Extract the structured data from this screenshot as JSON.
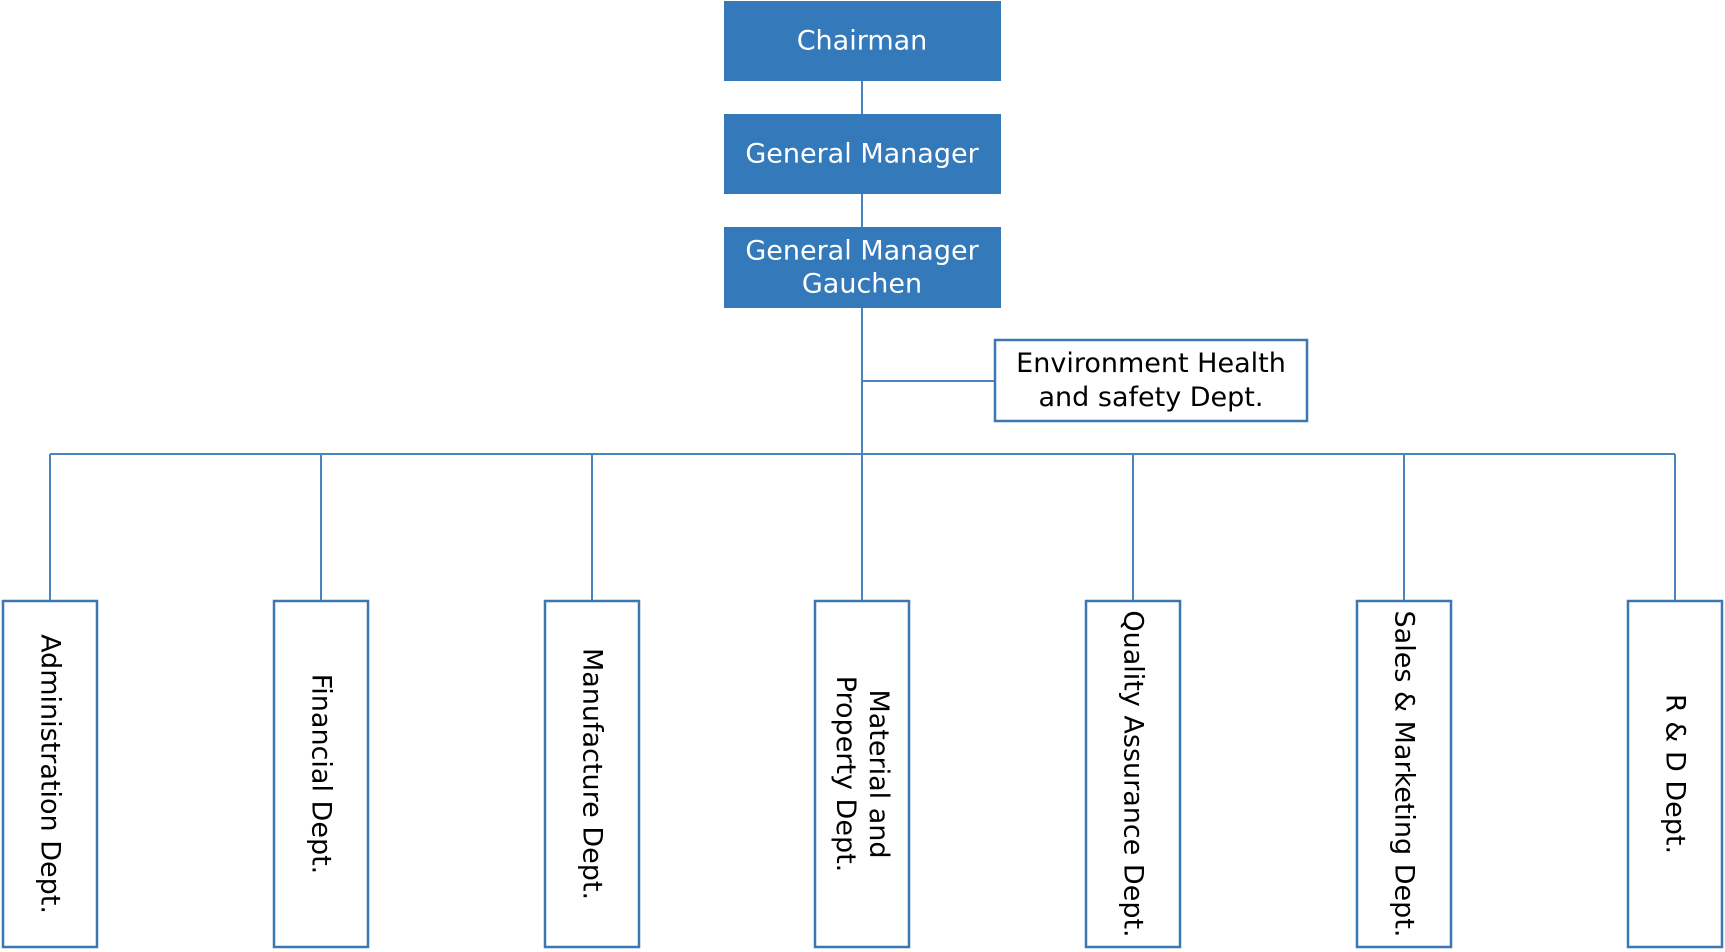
{
  "colors": {
    "accent": "#3479B9",
    "line": "#4A84BF",
    "box_border": "#3D77B1",
    "on_accent": "#ffffff",
    "text": "#000000",
    "background": "#ffffff"
  },
  "top_chain": [
    {
      "id": "chairman",
      "lines": [
        "Chairman"
      ]
    },
    {
      "id": "general-manager",
      "lines": [
        "General Manager"
      ]
    },
    {
      "id": "general-manager-gauchen",
      "lines": [
        "General Manager",
        "Gauchen"
      ]
    }
  ],
  "side_unit": {
    "id": "ehs-dept",
    "lines": [
      "Environment Health",
      "and safety Dept."
    ]
  },
  "departments": [
    {
      "id": "administration-dept",
      "lines": [
        "Administration Dept."
      ]
    },
    {
      "id": "financial-dept",
      "lines": [
        "Financial Dept."
      ]
    },
    {
      "id": "manufacture-dept",
      "lines": [
        "Manufacture Dept."
      ]
    },
    {
      "id": "material-property-dept",
      "lines": [
        "Material and",
        "Property Dept."
      ]
    },
    {
      "id": "quality-assurance-dept",
      "lines": [
        "Quality Assurance Dept."
      ]
    },
    {
      "id": "sales-marketing-dept",
      "lines": [
        "Sales & Marketing Dept."
      ]
    },
    {
      "id": "rd-dept",
      "lines": [
        "R & D Dept."
      ]
    }
  ]
}
